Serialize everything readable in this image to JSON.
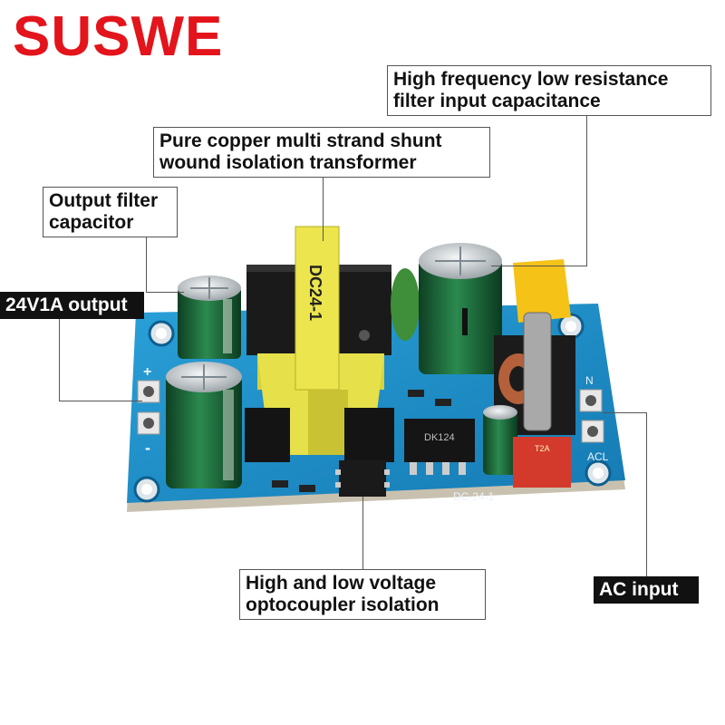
{
  "brand": {
    "name": "SUSWE",
    "color": "#e3141b"
  },
  "callouts": {
    "input_capacitance": {
      "line1": "High frequency low resistance",
      "line2": "filter input capacitance"
    },
    "transformer": {
      "line1": "Pure copper multi strand shunt",
      "line2": "wound isolation transformer"
    },
    "output_capacitor": {
      "line1": "Output filter",
      "line2": "capacitor"
    },
    "output": {
      "text": "24V1A output"
    },
    "optocoupler": {
      "line1": "High and low voltage",
      "line2": "optocoupler isolation"
    },
    "ac_input": {
      "text": "AC input"
    }
  },
  "board": {
    "transformer_marking": "DC24-1",
    "chip_marking_1": "DK124",
    "silk_model": "DC-24-1",
    "silk_acl": "ACL",
    "silk_n": "N",
    "silk_plus": "+",
    "silk_minus": "-",
    "silk_fuse": "T2A",
    "pcb_color": "#1f8fc9",
    "capacitor_color": "#1d6e3c"
  }
}
